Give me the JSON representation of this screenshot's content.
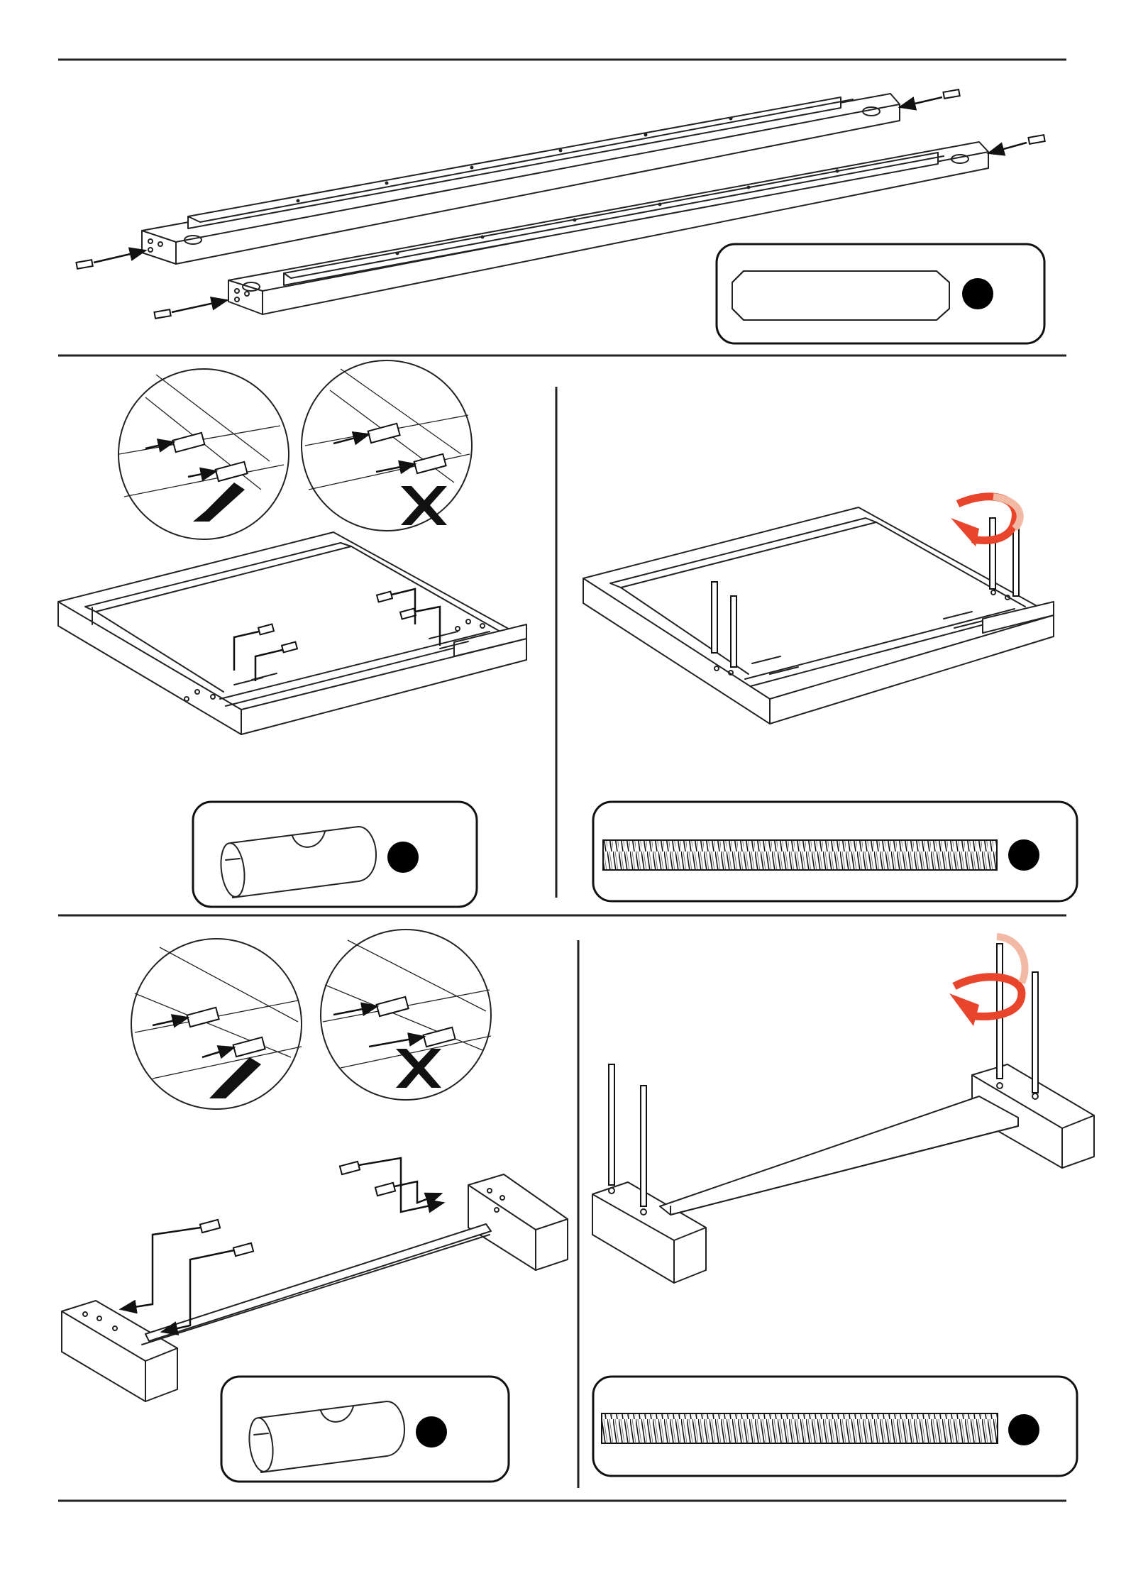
{
  "page": {
    "background": "#ffffff",
    "line_color": "#222222",
    "accent_color": "#e8452c"
  },
  "steps": [
    {
      "id": "step-1",
      "parts": [
        "two-side-rails",
        "wooden-dowels"
      ],
      "part_box": {
        "part": "wooden-dowel",
        "marker": "filled-circle"
      }
    },
    {
      "id": "step-2",
      "parts": [
        "frame",
        "barrel-nuts"
      ],
      "callouts": [
        {
          "mark": "check"
        },
        {
          "mark": "cross"
        }
      ],
      "part_box": {
        "part": "barrel-nut",
        "marker": "filled-circle"
      }
    },
    {
      "id": "step-3",
      "parts": [
        "frame",
        "threaded-rods"
      ],
      "rotation_icon": "clockwise-arrow-icon",
      "part_box": {
        "part": "threaded-rod",
        "marker": "filled-circle"
      }
    },
    {
      "id": "step-4",
      "parts": [
        "two-legs",
        "long-rail",
        "barrel-nuts"
      ],
      "callouts": [
        {
          "mark": "check"
        },
        {
          "mark": "cross"
        }
      ],
      "part_box": {
        "part": "barrel-nut",
        "marker": "filled-circle"
      }
    },
    {
      "id": "step-5",
      "parts": [
        "two-legs",
        "long-rail",
        "threaded-rods"
      ],
      "rotation_icon": "clockwise-arrow-icon",
      "part_box": {
        "part": "threaded-rod",
        "marker": "filled-circle"
      }
    }
  ]
}
